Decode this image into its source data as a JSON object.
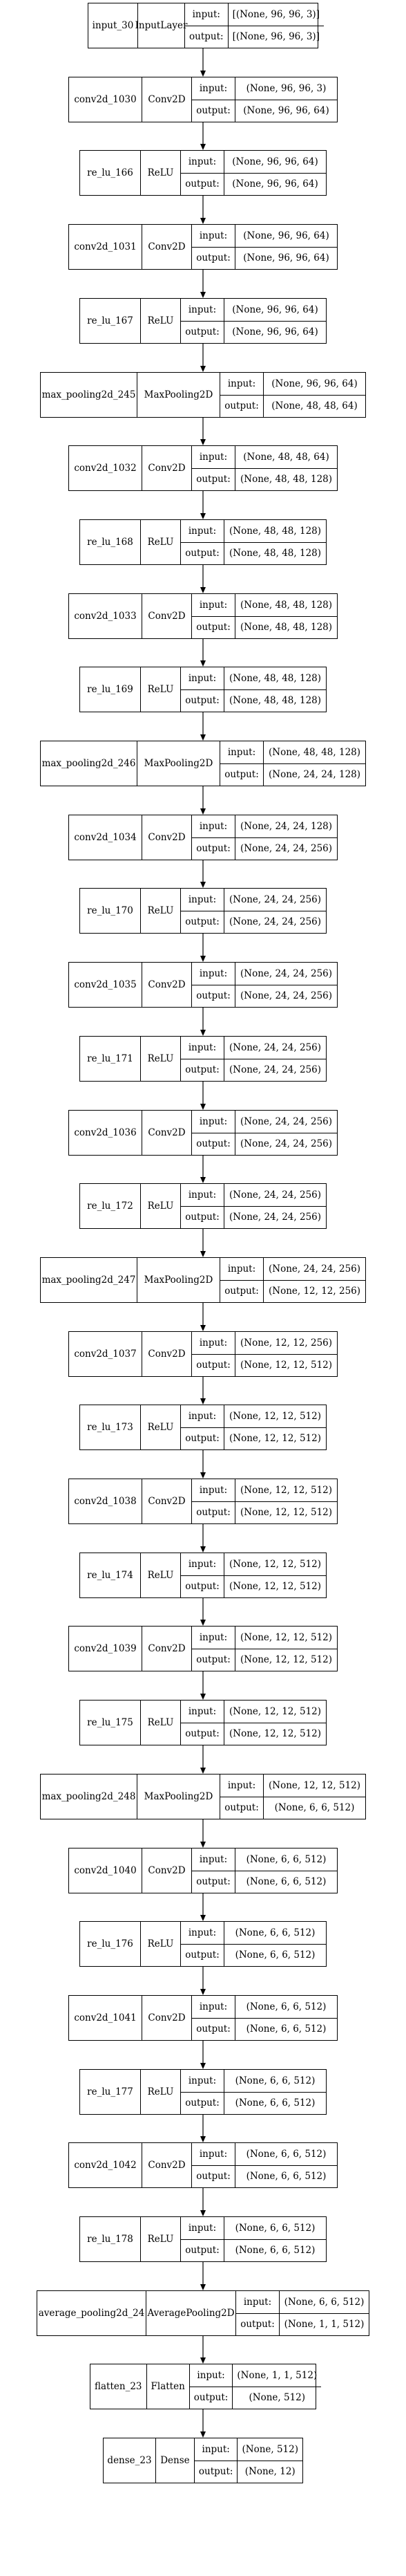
{
  "diagram": {
    "labels": {
      "input": "input:",
      "output": "output:"
    },
    "nodes": [
      {
        "name": "input_30",
        "type": "InputLayer",
        "input": "[(None, 96, 96, 3)]",
        "output": "[(None, 96, 96, 3)]"
      },
      {
        "name": "conv2d_1030",
        "type": "Conv2D",
        "input": "(None, 96, 96, 3)",
        "output": "(None, 96, 96, 64)"
      },
      {
        "name": "re_lu_166",
        "type": "ReLU",
        "input": "(None, 96, 96, 64)",
        "output": "(None, 96, 96, 64)"
      },
      {
        "name": "conv2d_1031",
        "type": "Conv2D",
        "input": "(None, 96, 96, 64)",
        "output": "(None, 96, 96, 64)"
      },
      {
        "name": "re_lu_167",
        "type": "ReLU",
        "input": "(None, 96, 96, 64)",
        "output": "(None, 96, 96, 64)"
      },
      {
        "name": "max_pooling2d_245",
        "type": "MaxPooling2D",
        "input": "(None, 96, 96, 64)",
        "output": "(None, 48, 48, 64)"
      },
      {
        "name": "conv2d_1032",
        "type": "Conv2D",
        "input": "(None, 48, 48, 64)",
        "output": "(None, 48, 48, 128)"
      },
      {
        "name": "re_lu_168",
        "type": "ReLU",
        "input": "(None, 48, 48, 128)",
        "output": "(None, 48, 48, 128)"
      },
      {
        "name": "conv2d_1033",
        "type": "Conv2D",
        "input": "(None, 48, 48, 128)",
        "output": "(None, 48, 48, 128)"
      },
      {
        "name": "re_lu_169",
        "type": "ReLU",
        "input": "(None, 48, 48, 128)",
        "output": "(None, 48, 48, 128)"
      },
      {
        "name": "max_pooling2d_246",
        "type": "MaxPooling2D",
        "input": "(None, 48, 48, 128)",
        "output": "(None, 24, 24, 128)"
      },
      {
        "name": "conv2d_1034",
        "type": "Conv2D",
        "input": "(None, 24, 24, 128)",
        "output": "(None, 24, 24, 256)"
      },
      {
        "name": "re_lu_170",
        "type": "ReLU",
        "input": "(None, 24, 24, 256)",
        "output": "(None, 24, 24, 256)"
      },
      {
        "name": "conv2d_1035",
        "type": "Conv2D",
        "input": "(None, 24, 24, 256)",
        "output": "(None, 24, 24, 256)"
      },
      {
        "name": "re_lu_171",
        "type": "ReLU",
        "input": "(None, 24, 24, 256)",
        "output": "(None, 24, 24, 256)"
      },
      {
        "name": "conv2d_1036",
        "type": "Conv2D",
        "input": "(None, 24, 24, 256)",
        "output": "(None, 24, 24, 256)"
      },
      {
        "name": "re_lu_172",
        "type": "ReLU",
        "input": "(None, 24, 24, 256)",
        "output": "(None, 24, 24, 256)"
      },
      {
        "name": "max_pooling2d_247",
        "type": "MaxPooling2D",
        "input": "(None, 24, 24, 256)",
        "output": "(None, 12, 12, 256)"
      },
      {
        "name": "conv2d_1037",
        "type": "Conv2D",
        "input": "(None, 12, 12, 256)",
        "output": "(None, 12, 12, 512)"
      },
      {
        "name": "re_lu_173",
        "type": "ReLU",
        "input": "(None, 12, 12, 512)",
        "output": "(None, 12, 12, 512)"
      },
      {
        "name": "conv2d_1038",
        "type": "Conv2D",
        "input": "(None, 12, 12, 512)",
        "output": "(None, 12, 12, 512)"
      },
      {
        "name": "re_lu_174",
        "type": "ReLU",
        "input": "(None, 12, 12, 512)",
        "output": "(None, 12, 12, 512)"
      },
      {
        "name": "conv2d_1039",
        "type": "Conv2D",
        "input": "(None, 12, 12, 512)",
        "output": "(None, 12, 12, 512)"
      },
      {
        "name": "re_lu_175",
        "type": "ReLU",
        "input": "(None, 12, 12, 512)",
        "output": "(None, 12, 12, 512)"
      },
      {
        "name": "max_pooling2d_248",
        "type": "MaxPooling2D",
        "input": "(None, 12, 12, 512)",
        "output": "(None, 6, 6, 512)"
      },
      {
        "name": "conv2d_1040",
        "type": "Conv2D",
        "input": "(None, 6, 6, 512)",
        "output": "(None, 6, 6, 512)"
      },
      {
        "name": "re_lu_176",
        "type": "ReLU",
        "input": "(None, 6, 6, 512)",
        "output": "(None, 6, 6, 512)"
      },
      {
        "name": "conv2d_1041",
        "type": "Conv2D",
        "input": "(None, 6, 6, 512)",
        "output": "(None, 6, 6, 512)"
      },
      {
        "name": "re_lu_177",
        "type": "ReLU",
        "input": "(None, 6, 6, 512)",
        "output": "(None, 6, 6, 512)"
      },
      {
        "name": "conv2d_1042",
        "type": "Conv2D",
        "input": "(None, 6, 6, 512)",
        "output": "(None, 6, 6, 512)"
      },
      {
        "name": "re_lu_178",
        "type": "ReLU",
        "input": "(None, 6, 6, 512)",
        "output": "(None, 6, 6, 512)"
      },
      {
        "name": "average_pooling2d_24",
        "type": "AveragePooling2D",
        "input": "(None, 6, 6, 512)",
        "output": "(None, 1, 1, 512)"
      },
      {
        "name": "flatten_23",
        "type": "Flatten",
        "input": "(None, 1, 1, 512)",
        "output": "(None, 512)"
      },
      {
        "name": "dense_23",
        "type": "Dense",
        "input": "(None, 512)",
        "output": "(None, 12)"
      }
    ]
  }
}
